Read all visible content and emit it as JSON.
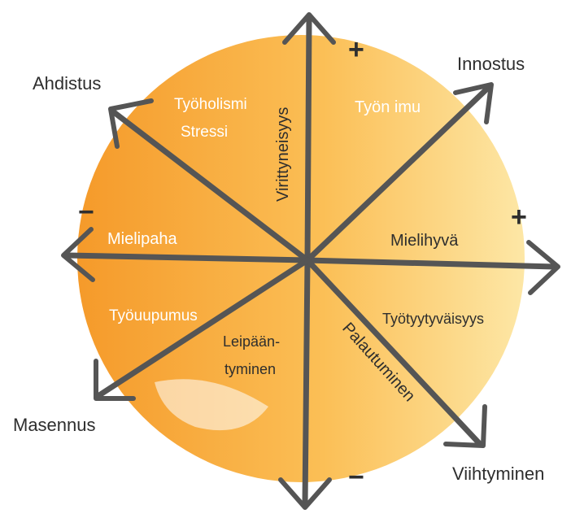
{
  "colors": {
    "disc_light": "#fde7a6",
    "disc_mid": "#fbbf56",
    "disc_dark": "#f59a2a",
    "arrow": "#555555",
    "text_dark": "#2e2e2e",
    "text_light": "#ffffff"
  },
  "outer_labels": {
    "innostus": "Innostus",
    "ahdistus": "Ahdistus",
    "masennus": "Masennus",
    "viihtyminen": "Viihtyminen"
  },
  "inner_labels": {
    "tyon_imu": "Työn imu",
    "tyoholismi": "Työholismi",
    "stressi": "Stressi",
    "mielipaha": "Mielipaha",
    "mielihyva": "Mielihyvä",
    "tyouupumus": "Työuupumus",
    "leipaan_1": "Leipään-",
    "leipaan_2": "tyminen",
    "tyotyytyvaisyys": "Työtyytyväisyys",
    "palautuminen": "Palautuminen",
    "virittyneisyys": "Virittyneisyys"
  },
  "signs": {
    "top_plus": "+",
    "right_plus": "+",
    "left_minus": "−",
    "bottom_minus": "−"
  }
}
